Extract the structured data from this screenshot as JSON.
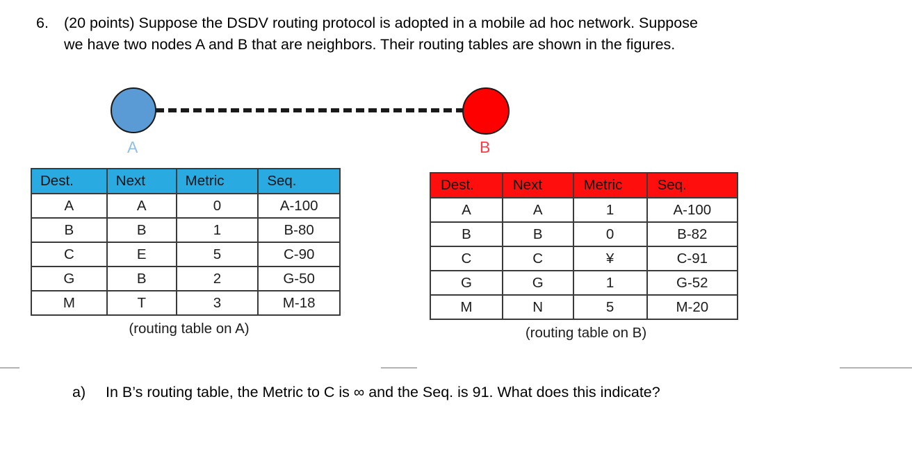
{
  "question": {
    "number": "6.",
    "line1": "(20 points) Suppose the DSDV routing protocol is adopted in a mobile ad hoc network. Suppose",
    "line2": "we have two nodes A and B that are neighbors. Their routing tables are shown in the figures."
  },
  "diagram": {
    "node_a_label": "A",
    "node_b_label": "B",
    "node_a_color": "#5B9BD5",
    "node_b_color": "#FF0000",
    "node_a_label_color": "#8FBEE8",
    "node_b_label_color": "#FF3B48",
    "link_style": "dashed"
  },
  "table_a": {
    "header_color": "#29ABE2",
    "columns": [
      "Dest.",
      "Next",
      "Metric",
      "Seq."
    ],
    "rows": [
      [
        "A",
        "A",
        "0",
        "A-100"
      ],
      [
        "B",
        "B",
        "1",
        "B-80"
      ],
      [
        "C",
        "E",
        "5",
        "C-90"
      ],
      [
        "G",
        "B",
        "2",
        "G-50"
      ],
      [
        "M",
        "T",
        "3",
        "M-18"
      ]
    ],
    "caption": "(routing table on A)"
  },
  "table_b": {
    "header_color": "#FF0E0E",
    "columns": [
      "Dest.",
      "Next",
      "Metric",
      "Seq."
    ],
    "rows": [
      [
        "A",
        "A",
        "1",
        "A-100"
      ],
      [
        "B",
        "B",
        "0",
        "B-82"
      ],
      [
        "C",
        "C",
        "¥",
        "C-91"
      ],
      [
        "G",
        "G",
        "1",
        "G-52"
      ],
      [
        "M",
        "N",
        "5",
        "M-20"
      ]
    ],
    "caption": "(routing table on B)"
  },
  "part_a": {
    "letter": "a)",
    "text": "In B’s routing table, the Metric to C is ∞ and the Seq. is 91. What does this indicate?"
  }
}
